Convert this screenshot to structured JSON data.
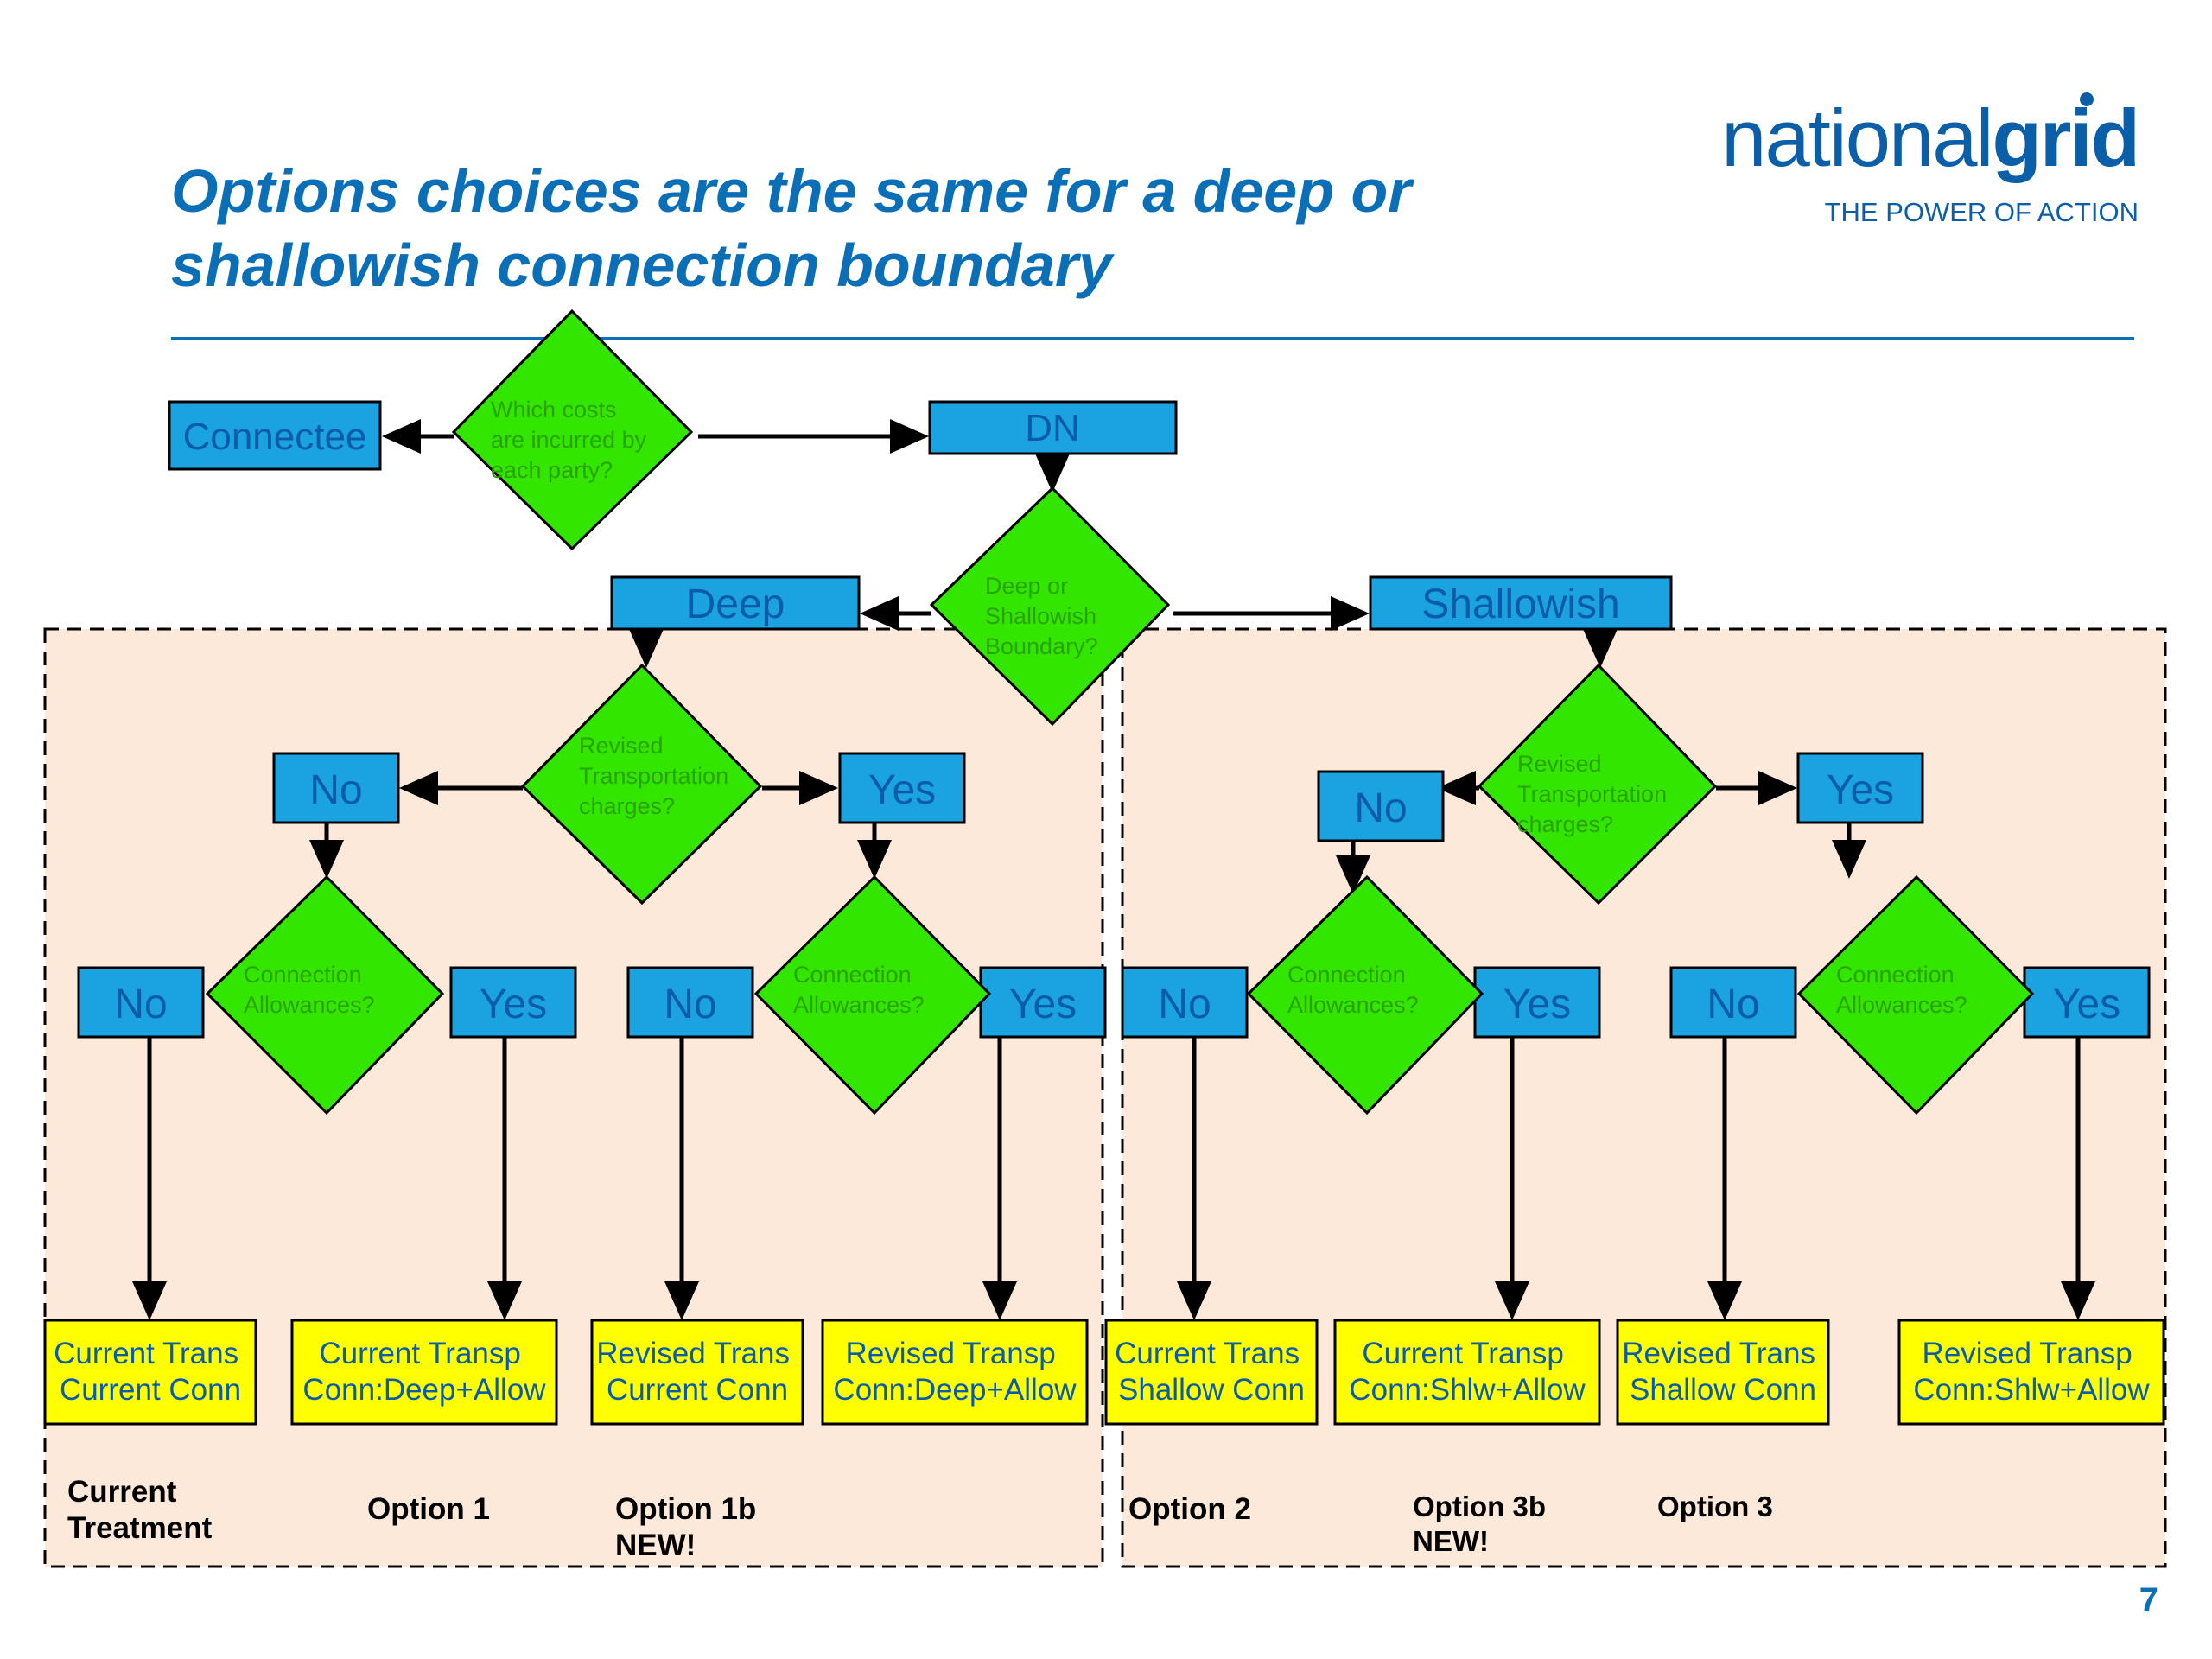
{
  "title_line1": "Options choices are the same for a deep or",
  "title_line2": "shallowish connection boundary",
  "logo": {
    "word_regular": "national",
    "word_bold": "grid",
    "tagline": "THE POWER OF ACTION"
  },
  "page_number": "7",
  "colors": {
    "decision": "#33e600",
    "process": "#1aa3e0",
    "result": "#ffff00",
    "panel": "#fde9d9",
    "title": "#0b6fb8"
  },
  "nodes": {
    "connectee": "Connectee",
    "which_costs": [
      "Which costs",
      "are incurred by",
      "each party?"
    ],
    "dn": "DN",
    "deep_or_shallowish": [
      "Deep or",
      "Shallowish",
      "Boundary?"
    ],
    "deep": "Deep",
    "shallowish": "Shallowish",
    "revised_transportation": [
      "Revised",
      "Transportation",
      "charges?"
    ],
    "connection_allowances": [
      "Connection",
      "Allowances?"
    ],
    "no": "No",
    "yes": "Yes"
  },
  "results": [
    [
      "Current Trans",
      "Current Conn"
    ],
    [
      "Current Transp",
      "Conn:Deep+Allow"
    ],
    [
      "Revised Trans",
      "Current Conn"
    ],
    [
      "Revised Transp",
      "Conn:Deep+Allow"
    ],
    [
      "Current Trans",
      "Shallow Conn"
    ],
    [
      "Current Transp",
      "Conn:Shlw+Allow"
    ],
    [
      "Revised Trans",
      "Shallow Conn"
    ],
    [
      "Revised Transp",
      "Conn:Shlw+Allow"
    ]
  ],
  "options": [
    [
      "Current",
      "Treatment"
    ],
    [
      "Option 1"
    ],
    [
      "Option 1b",
      "NEW!"
    ],
    [
      "Option 2"
    ],
    [
      "Option 3b",
      "NEW!"
    ],
    [
      "Option 3"
    ]
  ]
}
